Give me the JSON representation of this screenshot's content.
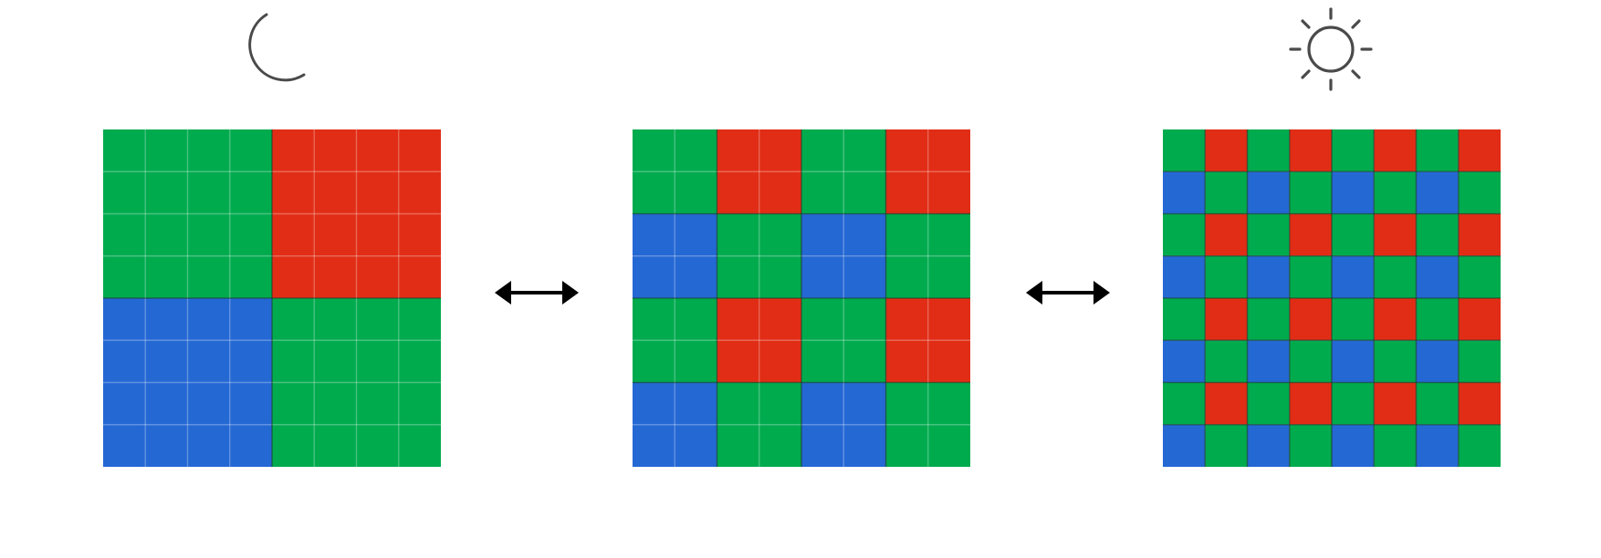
{
  "colors": {
    "R": "#E12D16",
    "G": "#00AB4E",
    "B": "#2468D4",
    "pixel_line": "rgba(255,255,255,0.28)",
    "block_line": "#1f3a2a",
    "icon_stroke": "#4a4a4a",
    "arrow": "#000000",
    "background": "#ffffff"
  },
  "icons": {
    "left": "moon-icon",
    "right": "sun-icon",
    "between_1": "double-arrow-icon",
    "between_2": "double-arrow-icon"
  },
  "panels": [
    {
      "name": "quad-bayer-binned",
      "mode": "low-light",
      "block_size": 4,
      "colors": [
        [
          "G",
          "R"
        ],
        [
          "B",
          "G"
        ]
      ]
    },
    {
      "name": "quad-bayer",
      "mode": "native",
      "block_size": 2,
      "colors": [
        [
          "G",
          "R",
          "G",
          "R"
        ],
        [
          "B",
          "G",
          "B",
          "G"
        ],
        [
          "G",
          "R",
          "G",
          "R"
        ],
        [
          "B",
          "G",
          "B",
          "G"
        ]
      ]
    },
    {
      "name": "bayer-remosaic",
      "mode": "bright-light",
      "block_size": 1,
      "colors": [
        [
          "G",
          "R",
          "G",
          "R",
          "G",
          "R",
          "G",
          "R"
        ],
        [
          "B",
          "G",
          "B",
          "G",
          "B",
          "G",
          "B",
          "G"
        ],
        [
          "G",
          "R",
          "G",
          "R",
          "G",
          "R",
          "G",
          "R"
        ],
        [
          "B",
          "G",
          "B",
          "G",
          "B",
          "G",
          "B",
          "G"
        ],
        [
          "G",
          "R",
          "G",
          "R",
          "G",
          "R",
          "G",
          "R"
        ],
        [
          "B",
          "G",
          "B",
          "G",
          "B",
          "G",
          "B",
          "G"
        ],
        [
          "G",
          "R",
          "G",
          "R",
          "G",
          "R",
          "G",
          "R"
        ],
        [
          "B",
          "G",
          "B",
          "G",
          "B",
          "G",
          "B",
          "G"
        ]
      ]
    }
  ]
}
